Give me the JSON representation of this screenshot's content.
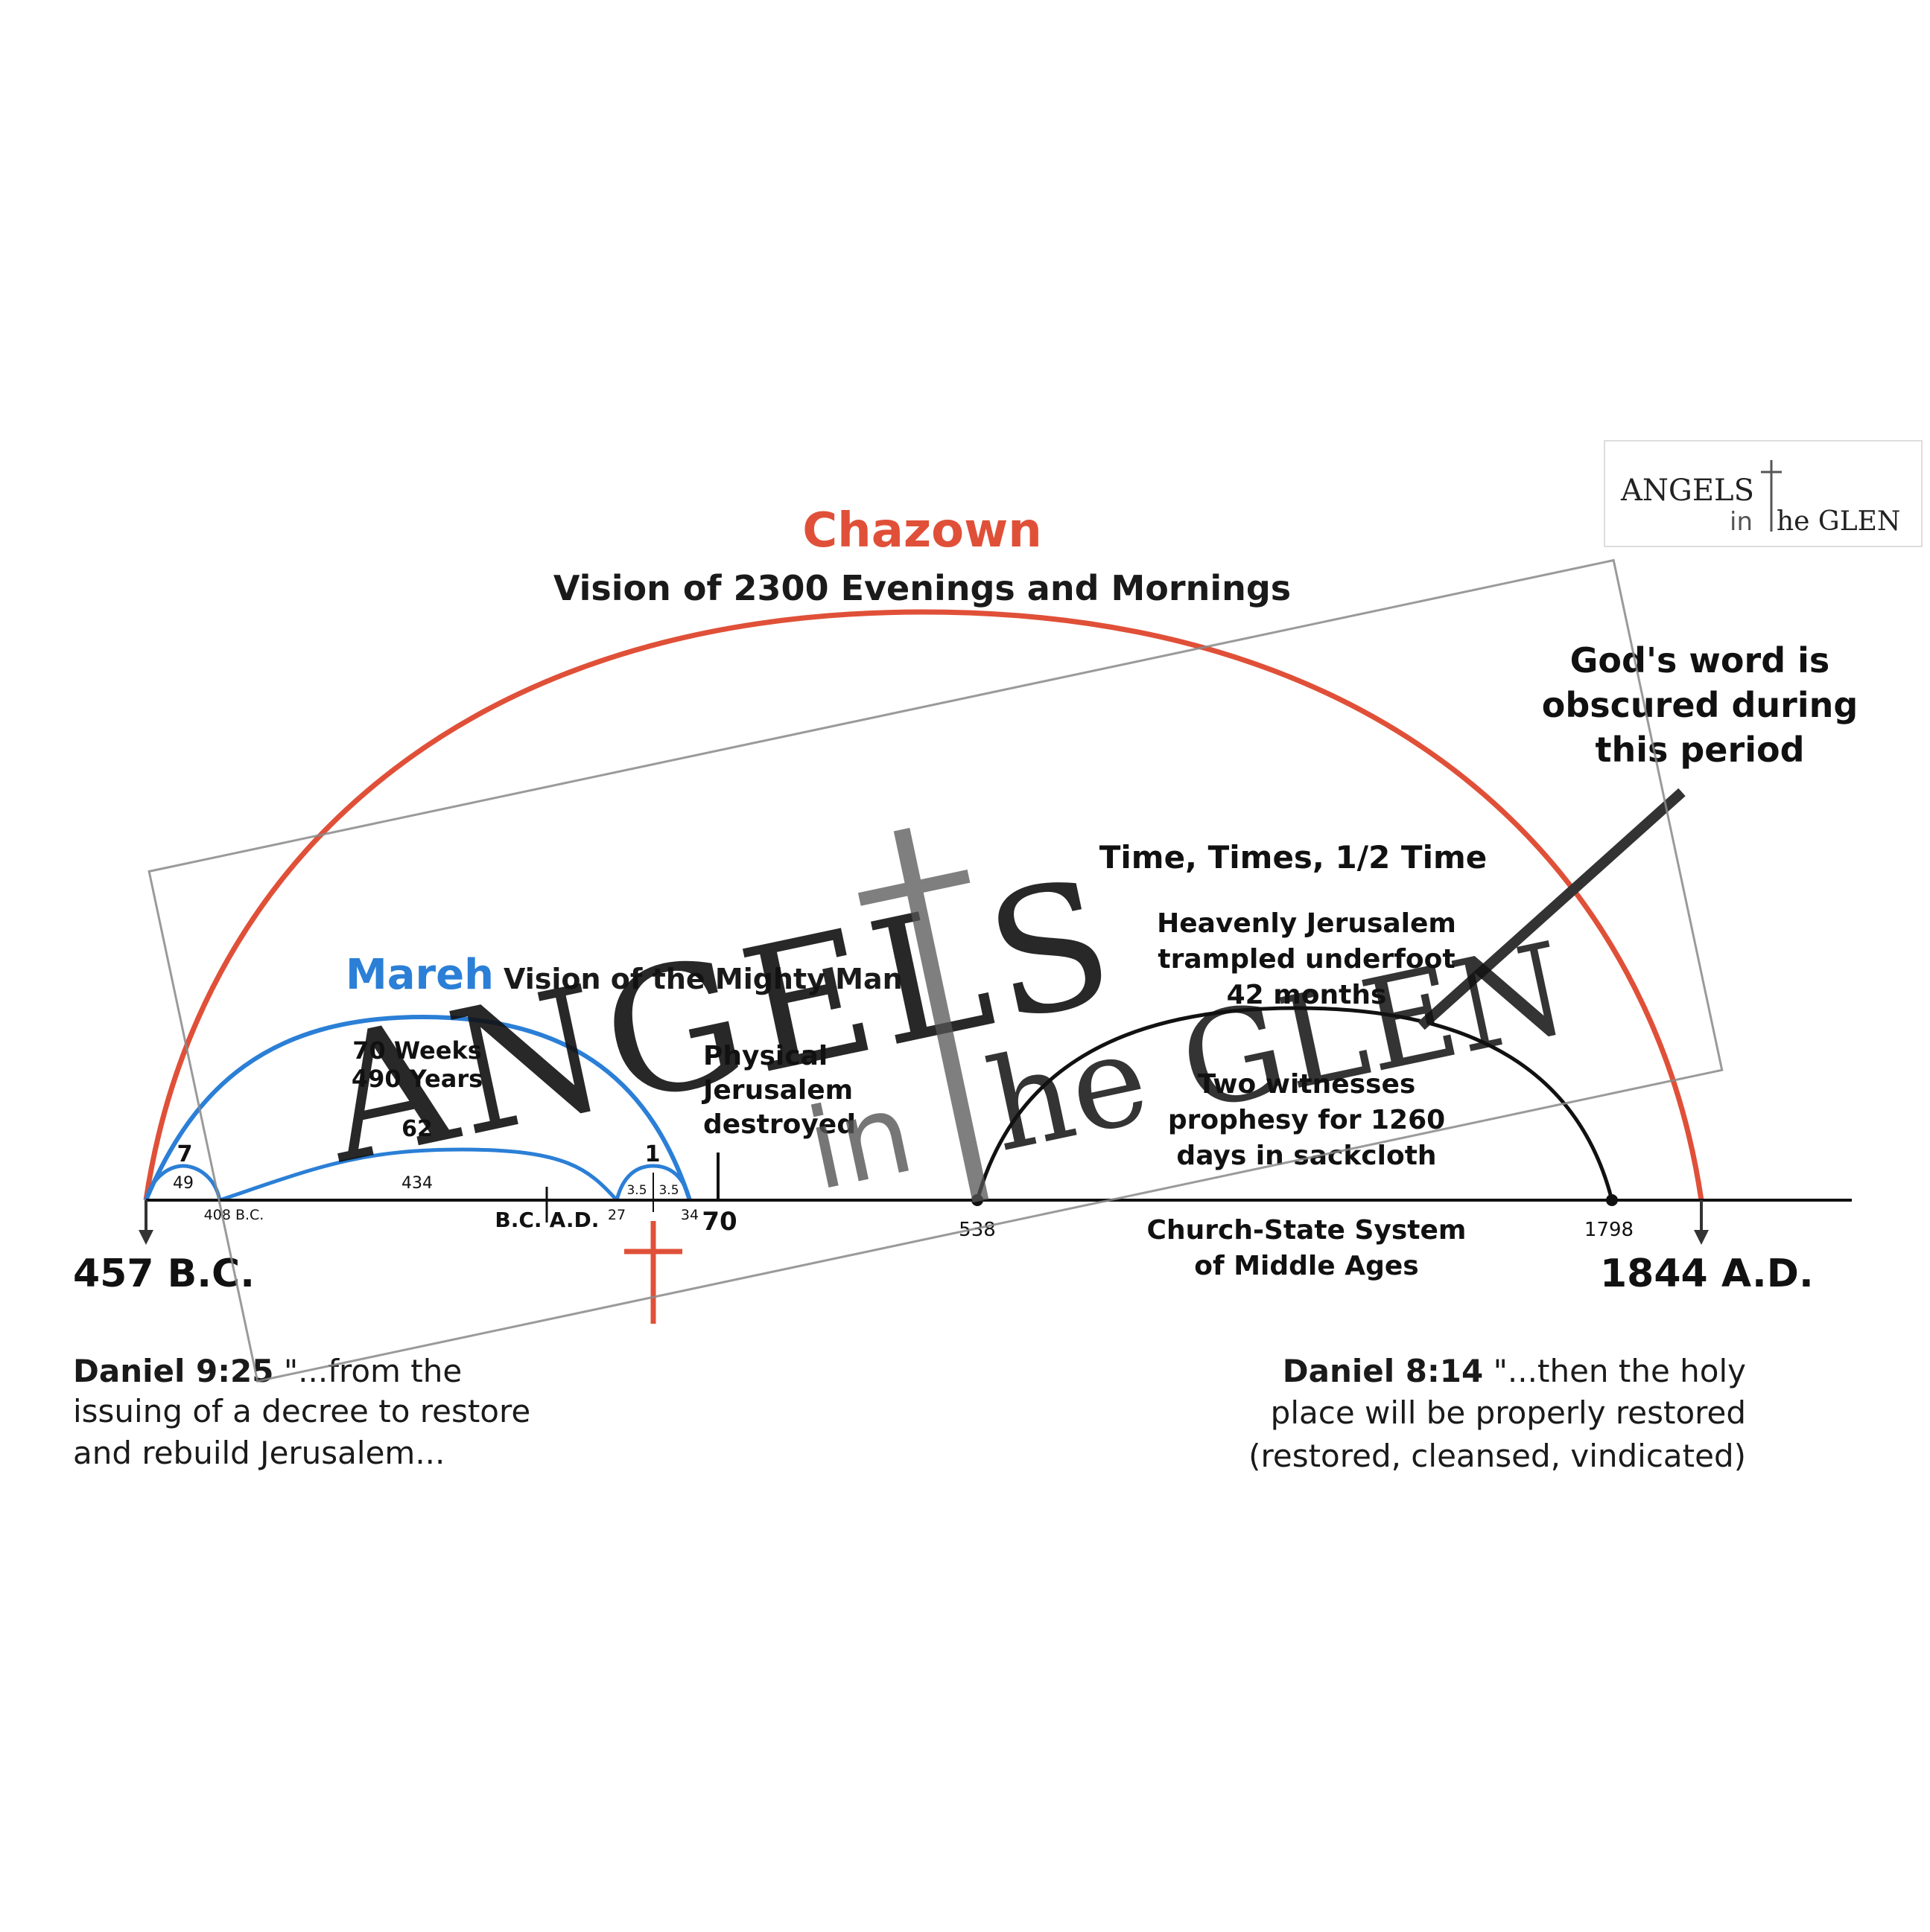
{
  "colors": {
    "chazown": "#e05038",
    "mareh": "#2b7fd6",
    "ink": "#111111",
    "cross": "#e05038",
    "watermark": "#555555"
  },
  "header": {
    "title": "Chazown",
    "subtitle": "Vision of 2300 Evenings and Mornings"
  },
  "logo": {
    "line1": "ANGELS",
    "line2": "in",
    "line3": "he GLEN"
  },
  "watermark": {
    "word1": "ANGELS",
    "word2": "in",
    "word3": "he GLEN"
  },
  "annotation": {
    "line1": "God's word is",
    "line2": "obscured during",
    "line3": "this period"
  },
  "mareh": {
    "title": "Mareh",
    "subtitle": "Vision of the Mighty Man",
    "weeks": "70 Weeks",
    "years": "490 Years",
    "seven": "7",
    "fortynine": "49",
    "sixtytwo": "62",
    "fourthirtyfour": "434",
    "one": "1",
    "half1": "3.5",
    "half2": "3.5"
  },
  "physical": {
    "line1": "Physical",
    "line2": "Jerusalem",
    "line3": "destroyed"
  },
  "time_times": {
    "title": "Time, Times, 1/2 Time",
    "h1": "Heavenly Jerusalem",
    "h2": "trampled underfoot",
    "h3": "42 months",
    "w1": "Two witnesses",
    "w2": "prophesy for 1260",
    "w3": "days in sackcloth",
    "c1": "Church-State System",
    "c2": "of Middle Ages"
  },
  "timeline": {
    "t408": "408 B.C.",
    "bc": "B.C.",
    "ad": "A.D.",
    "t27": "27",
    "t34": "34",
    "t70": "70",
    "t538": "538",
    "t1798": "1798",
    "start": "457 B.C.",
    "end": "1844 A.D."
  },
  "left_quote": {
    "ref": "Daniel 9:25",
    "l1": " \"...from the",
    "l2": "issuing of a decree to restore",
    "l3": "and rebuild Jerusalem..."
  },
  "right_quote": {
    "ref": "Daniel 8:14",
    "l1": " \"...then the holy",
    "l2": "place will be properly restored",
    "l3": "(restored, cleansed, vindicated)"
  }
}
